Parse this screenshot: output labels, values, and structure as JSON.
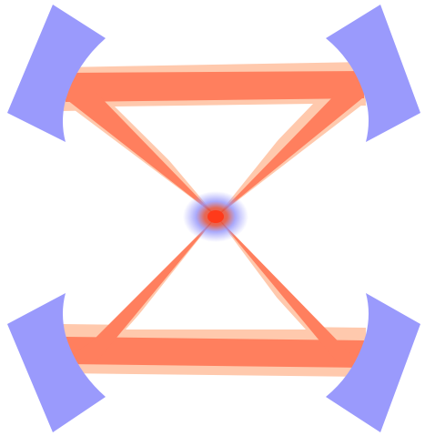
{
  "diagram": {
    "kind": "bowtie-ring-cavity",
    "colors": {
      "background": "#ffffff",
      "mirror": "#9a9afc",
      "beam_halo": "#ffc9ad",
      "beam_core": "#ff7f5e",
      "focus_glow": "#8f8ffa",
      "focus_core": "#ff3a1a"
    },
    "components": {
      "mirrors": [
        "top-left-mirror",
        "top-right-mirror",
        "bottom-left-mirror",
        "bottom-right-mirror"
      ],
      "beam_paths": [
        "top-beam",
        "bottom-beam",
        "diagonal-down-right-beam",
        "diagonal-down-left-beam"
      ],
      "focus": "focal-spot"
    }
  }
}
